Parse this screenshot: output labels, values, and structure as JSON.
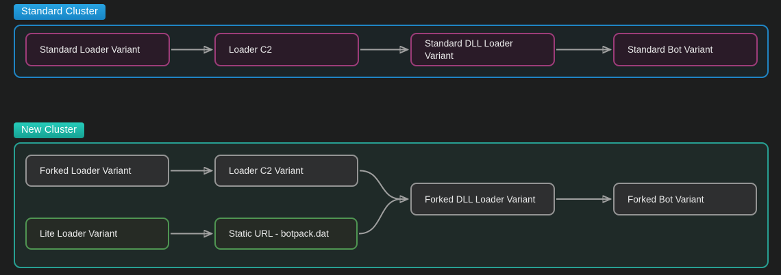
{
  "diagram": {
    "colors": {
      "page_bg": "#1d1e1e",
      "edge_arrow": "#a0a0a0",
      "node_text": "#eaeaea",
      "standard_cluster_border": "#1f85c4",
      "standard_label_bg": "#1e9ad9",
      "new_cluster_border": "#27a093",
      "new_label_bg": "#1fc2b0",
      "magenta_node_border": "#9d3c79",
      "gray_node_border": "#949494",
      "green_node_border": "#4f9552"
    },
    "clusters": [
      {
        "label": "Standard Cluster",
        "nodes": [
          {
            "label": "Standard Loader Variant"
          },
          {
            "label": "Loader C2"
          },
          {
            "label": "Standard DLL Loader Variant"
          },
          {
            "label": "Standard Bot Variant"
          }
        ],
        "edges": [
          {
            "from": "Standard Loader Variant",
            "to": "Loader C2"
          },
          {
            "from": "Loader C2",
            "to": "Standard DLL Loader Variant"
          },
          {
            "from": "Standard DLL Loader Variant",
            "to": "Standard Bot Variant"
          }
        ]
      },
      {
        "label": "New Cluster",
        "nodes": [
          {
            "label": "Forked Loader Variant"
          },
          {
            "label": "Loader C2 Variant"
          },
          {
            "label": "Lite Loader Variant"
          },
          {
            "label": "Static URL - botpack.dat"
          },
          {
            "label": "Forked DLL Loader Variant"
          },
          {
            "label": "Forked Bot Variant"
          }
        ],
        "edges": [
          {
            "from": "Forked Loader Variant",
            "to": "Loader C2 Variant"
          },
          {
            "from": "Lite Loader Variant",
            "to": "Static URL - botpack.dat"
          },
          {
            "from": "Loader C2 Variant",
            "to": "Forked DLL Loader Variant"
          },
          {
            "from": "Static URL - botpack.dat",
            "to": "Forked DLL Loader Variant"
          },
          {
            "from": "Forked DLL Loader Variant",
            "to": "Forked Bot Variant"
          }
        ]
      }
    ]
  }
}
